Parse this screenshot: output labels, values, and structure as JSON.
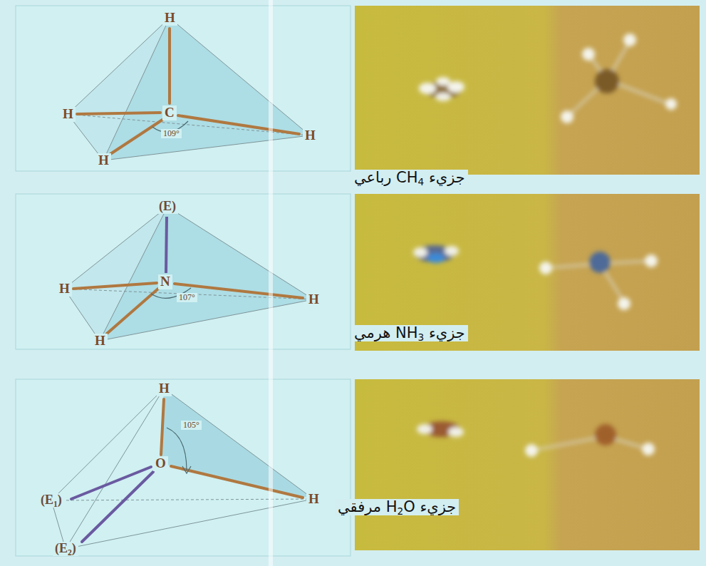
{
  "diagram": {
    "labels": [
      "H",
      "H",
      "C",
      "109°",
      "H",
      "H",
      "جزيء CH4 رباعي",
      "(E)",
      "H",
      "N",
      "107°",
      "H",
      "H",
      "جزيء NH3 هرمي",
      "H",
      "O",
      "105°",
      "(E1)",
      "H",
      "(E2)",
      "جزيء H2O مرفقي"
    ]
  }
}
